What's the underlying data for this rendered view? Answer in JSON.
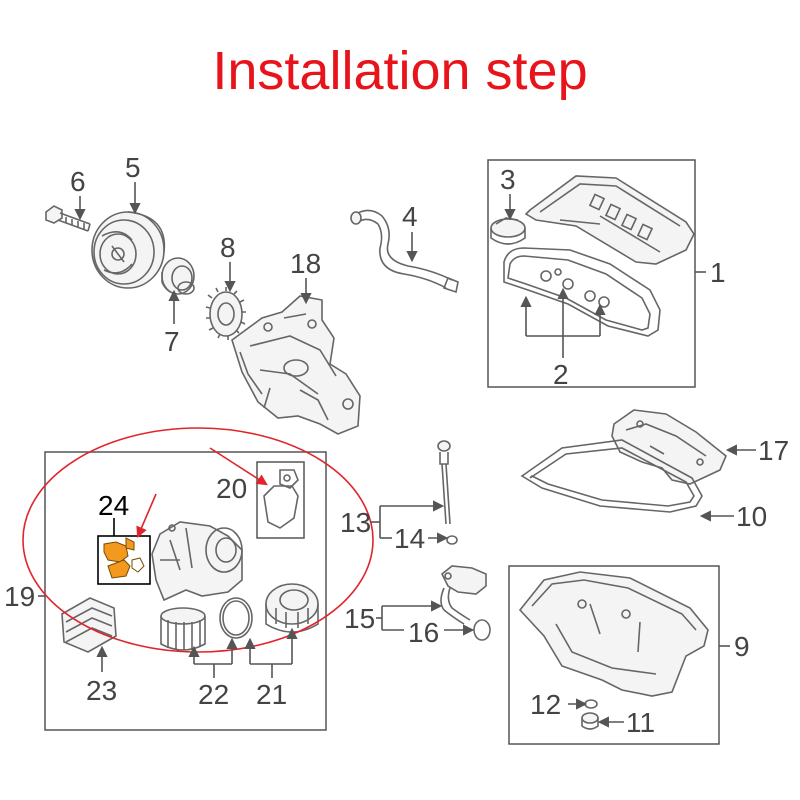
{
  "title": "Installation step",
  "callouts": {
    "c1": "1",
    "c2": "2",
    "c3": "3",
    "c4": "4",
    "c5": "5",
    "c6": "6",
    "c7": "7",
    "c8": "8",
    "c9": "9",
    "c10": "10",
    "c11": "11",
    "c12": "12",
    "c13": "13",
    "c14": "14",
    "c15": "15",
    "c16": "16",
    "c17": "17",
    "c18": "18",
    "c19": "19",
    "c20": "20",
    "c21": "21",
    "c22": "22",
    "c23": "23",
    "c24": "24"
  },
  "colors": {
    "title": "#e8141b",
    "highlight_ellipse": "#e0242b",
    "highlight_part": "#f39a1e"
  }
}
